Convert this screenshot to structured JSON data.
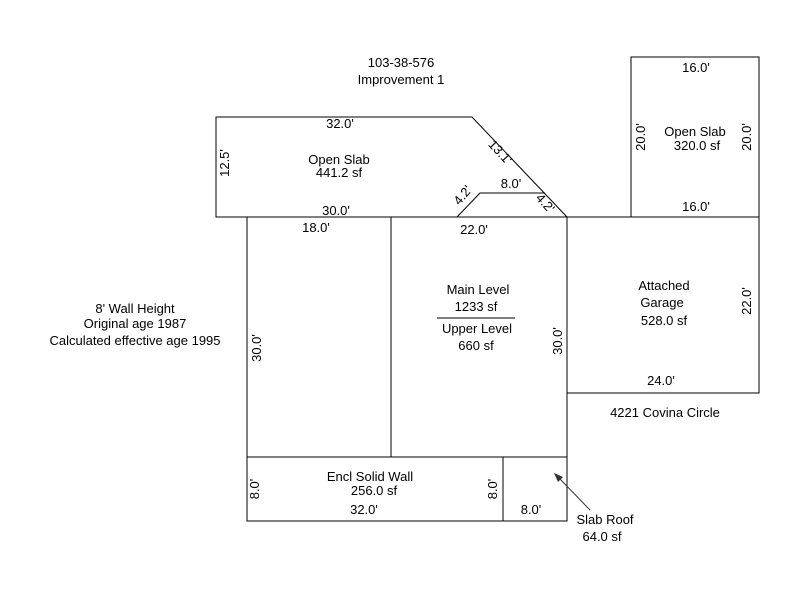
{
  "header": {
    "parcel_id": "103-38-576",
    "improvement": "Improvement 1"
  },
  "info": {
    "wall_height": "8' Wall Height",
    "original_age": "Original age 1987",
    "effective_age": "Calculated effective age 1995"
  },
  "address": "4221 Covina Circle",
  "areas": {
    "open_slab_left": {
      "name": "Open Slab",
      "area": "441.2 sf"
    },
    "open_slab_right": {
      "name": "Open Slab",
      "area": "320.0 sf"
    },
    "main": {
      "main_label": "Main Level",
      "main_area": "1233 sf",
      "upper_label": "Upper Level",
      "upper_area": "660 sf"
    },
    "garage": {
      "name_line1": "Attached",
      "name_line2": "Garage",
      "area": "528.0 sf"
    },
    "encl_wall": {
      "name": "Encl Solid Wall",
      "area": "256.0 sf"
    },
    "slab_roof": {
      "name": "Slab Roof",
      "area": "64.0 sf"
    }
  },
  "dimensions": {
    "slab_left_top": "32.0'",
    "slab_left_side": "12.5'",
    "slab_left_diagonal": "13.1'",
    "slab_left_bottom": "30.0'",
    "notch_top": "8.0'",
    "notch_left": "4.2'",
    "notch_right": "4.2'",
    "slab_right_top": "16.0'",
    "slab_right_bottom": "16.0'",
    "slab_right_left": "20.0'",
    "slab_right_right": "20.0'",
    "main_top_left": "18.0'",
    "main_top_right": "22.0'",
    "main_left": "30.0'",
    "main_right": "30.0'",
    "garage_right": "22.0'",
    "garage_bottom": "24.0'",
    "encl_left": "8.0'",
    "encl_right": "8.0'",
    "encl_bottom": "32.0'",
    "slab_roof_bottom": "8.0'"
  }
}
